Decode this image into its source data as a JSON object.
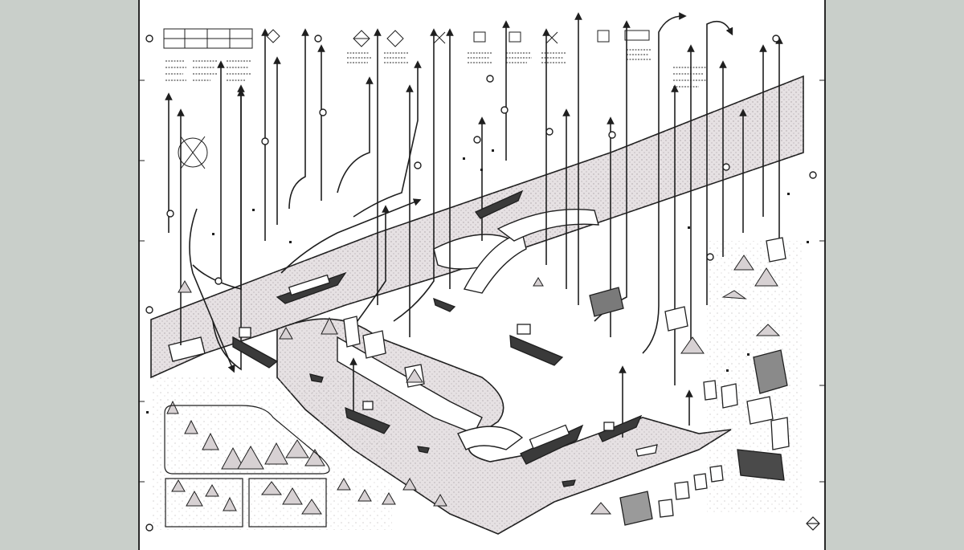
{
  "map": {
    "style": "monochrome line-art illustrated port map",
    "colors": {
      "background": "#c9cfca",
      "paper": "#ffffff",
      "ink": "#1f1f1f",
      "water": "#e6e1e3",
      "water_stipple": "#8f878b",
      "land_stipple": "#b9b3b5"
    },
    "icons": [
      "container-ship-icon",
      "cargo-ship-icon",
      "warehouse-icon",
      "crane-icon",
      "direction-arrow-icon",
      "route-node-icon",
      "compass-icon"
    ],
    "counts": {
      "ships": 9,
      "legend_panels": 10
    }
  }
}
